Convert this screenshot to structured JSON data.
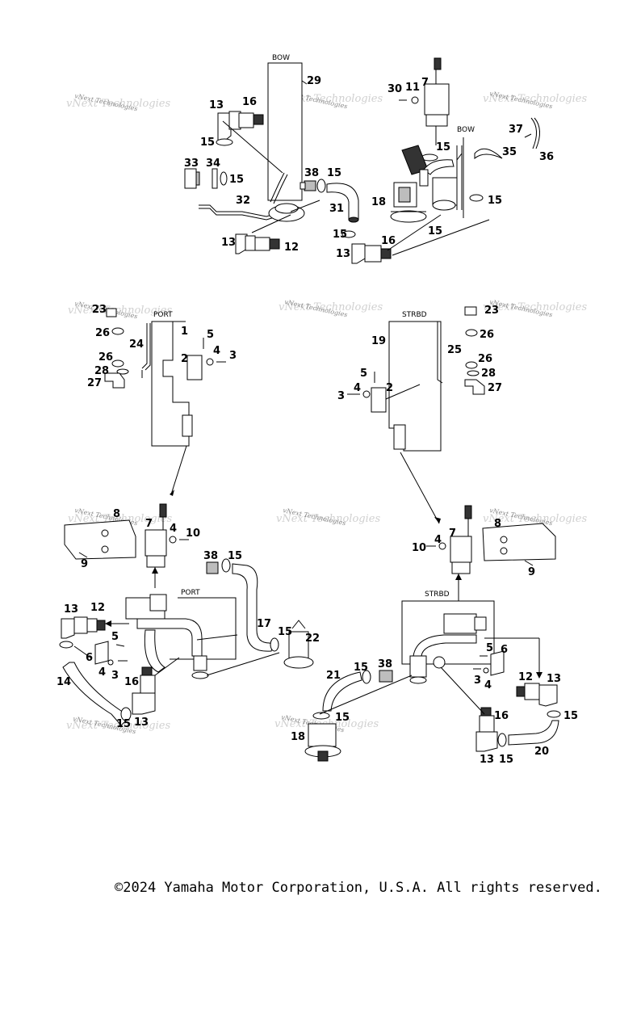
{
  "watermark": "vNext Technologies",
  "copyright": "©2024 Yamaha Motor Corporation, U.S.A. All rights reserved.",
  "area_tags": {
    "bow_1": "BOW",
    "bow_2": "BOW",
    "port_1": "PORT",
    "port_2": "PORT",
    "strbd_1": "STRBD",
    "strbd_2": "STRBD"
  },
  "callouts": {
    "a": [
      "29",
      "13",
      "16",
      "15",
      "33",
      "34",
      "15",
      "38",
      "15",
      "31",
      "32",
      "15",
      "13",
      "12"
    ],
    "b": [
      "30",
      "11",
      "7",
      "15",
      "BOW",
      "35",
      "37",
      "36",
      "18",
      "15",
      "15",
      "16",
      "13"
    ],
    "c": [
      "23",
      "1",
      "26",
      "5",
      "24",
      "2",
      "4",
      "3",
      "26",
      "28",
      "27"
    ],
    "d": [
      "19",
      "23",
      "26",
      "5",
      "4",
      "2",
      "3",
      "25",
      "26",
      "28",
      "27"
    ],
    "e": [
      "8",
      "7",
      "4",
      "10",
      "9",
      "38",
      "15",
      "12",
      "13",
      "5",
      "17",
      "15",
      "22",
      "6",
      "4",
      "3",
      "14",
      "16",
      "15",
      "13"
    ],
    "f": [
      "8",
      "4",
      "7",
      "10",
      "9",
      "5",
      "6",
      "21",
      "15",
      "38",
      "12",
      "13",
      "4",
      "3",
      "15",
      "16",
      "18",
      "13",
      "15",
      "20",
      "15"
    ]
  }
}
